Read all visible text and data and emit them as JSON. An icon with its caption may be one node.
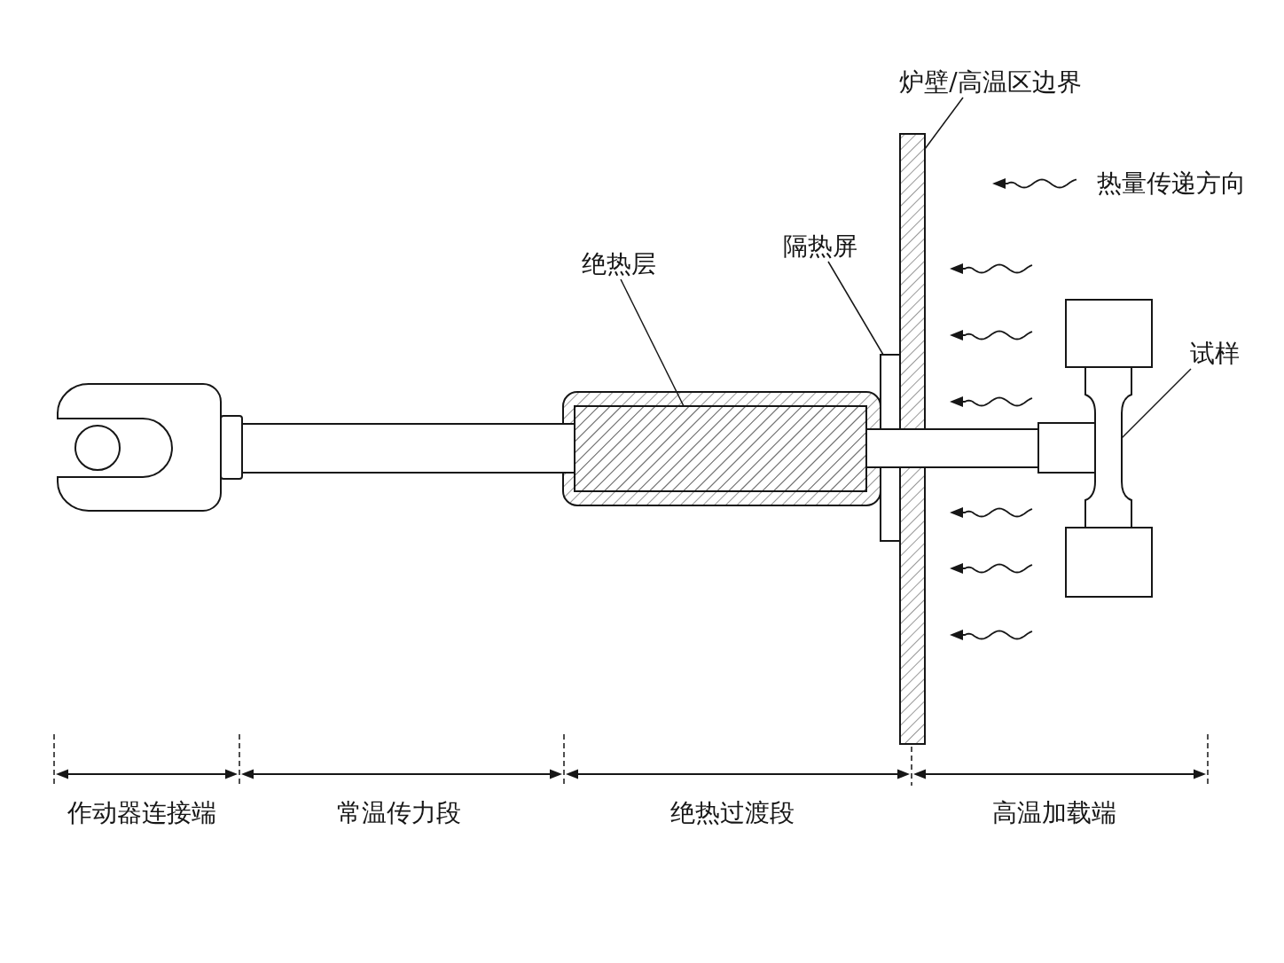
{
  "diagram": {
    "nodes": [
      {
        "text": [
          "炉壁/高温区边界"
        ]
      },
      {
        "text": [],
        "shape": "box"
      },
      {
        "text": [
          "隔热屏"
        ]
      },
      {
        "text": [],
        "shape": "box"
      },
      {
        "text": [
          "绝热层"
        ]
      },
      {
        "text": [],
        "shape": "box"
      },
      {
        "text": [
          "试样"
        ]
      },
      {
        "text": [],
        "shape": "bar"
      }
    ],
    "edges": [
      {
        "from": 0,
        "to": 1,
        "arrow": "none"
      },
      {
        "from": 2,
        "to": 3,
        "arrow": "none"
      },
      {
        "from": 4,
        "to": 5,
        "arrow": "none"
      },
      {
        "from": 6,
        "to": 7,
        "arrow": "none"
      }
    ],
    "labels": [
      "作动器连接端",
      "常温传力段",
      "绝热过渡段",
      "高温加载端"
    ],
    "legend": [
      {
        "text": "热量传递方向"
      }
    ]
  }
}
